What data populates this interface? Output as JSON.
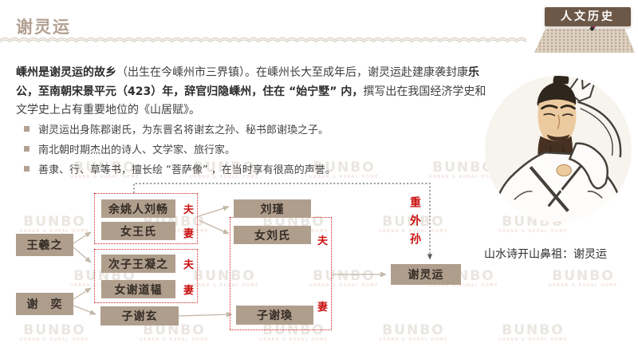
{
  "header": {
    "title": "谢灵运",
    "badge": "人文历史"
  },
  "intro": {
    "segments": [
      {
        "text": "嵊州是谢灵运的故乡",
        "bold": true
      },
      {
        "text": "（出生在今嵊州市三界镇）。在嵊州长大至成年后，谢灵运赴建康袭封康",
        "bold": false
      },
      {
        "text": "乐公，至南朝宋景平元（423）年，辞官归隐嵊州，住在 “始宁墅” 内，",
        "bold": true
      },
      {
        "text": "撰写出在我国经济学史和文学史上占有重要地位的《山居赋》。",
        "bold": false
      }
    ]
  },
  "bullets": [
    "谢灵运出身陈郡谢氏，为东晋名将谢玄之孙、秘书郎谢瑍之子。",
    "南北朝时期杰出的诗人、文学家、旅行家。",
    "善隶、行、草等书，擅长绘 “菩萨像” ，在当时享有很高的声誉。"
  ],
  "diagram": {
    "boxes": [
      {
        "id": "wangxizhi",
        "label": "王羲之"
      },
      {
        "id": "xieyi",
        "label": "谢　奕"
      },
      {
        "id": "liuchang",
        "label": "余姚人刘畅"
      },
      {
        "id": "wangshi",
        "label": "女王氏"
      },
      {
        "id": "wangningzhi",
        "label": "次子王凝之"
      },
      {
        "id": "xiedaoyun",
        "label": "女谢道韫"
      },
      {
        "id": "xiexuan",
        "label": "子谢玄"
      },
      {
        "id": "liujin",
        "label": "刘瑾"
      },
      {
        "id": "liushi",
        "label": "女刘氏"
      },
      {
        "id": "xiehuan",
        "label": "子谢瑍"
      },
      {
        "id": "xielingyun",
        "label": "谢灵运"
      }
    ],
    "relation_labels": {
      "husband": "夫",
      "wife": "妻",
      "great_grandson": "重外孙"
    }
  },
  "portrait": {
    "caption": "山水诗开山鼻祖：谢灵运"
  },
  "watermark": {
    "text": "BUNBO",
    "subtext": "URBAN & RURAL HOME"
  },
  "colors": {
    "accent_red": "#c90f0f",
    "box_tan": "#b09e8d",
    "badge_brown": "#6d5848",
    "title_tan": "#b2a192"
  }
}
